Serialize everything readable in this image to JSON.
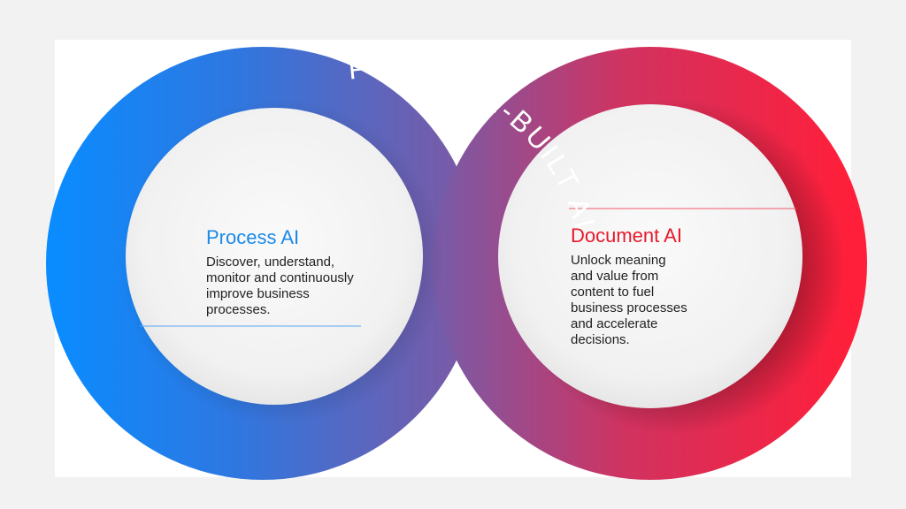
{
  "banner": {
    "text": "PURPOSE-BUILT AI"
  },
  "process_ai": {
    "title": "Process AI",
    "description_lines": [
      "Discover, understand,",
      "monitor and continuously",
      "improve business",
      "processes."
    ]
  },
  "document_ai": {
    "title": "Document AI",
    "description_lines": [
      "Unlock meaning",
      "and value from",
      "content to fuel",
      "business processes",
      "and accelerate",
      "decisions."
    ]
  },
  "colors": {
    "background": "#f2f2f2",
    "panel": "#ffffff",
    "blue": "#0a8cff",
    "purple": "#7a5aa6",
    "red": "#ff1f3a",
    "blue_title": "#1a8ae8",
    "red_title": "#e8192c"
  }
}
